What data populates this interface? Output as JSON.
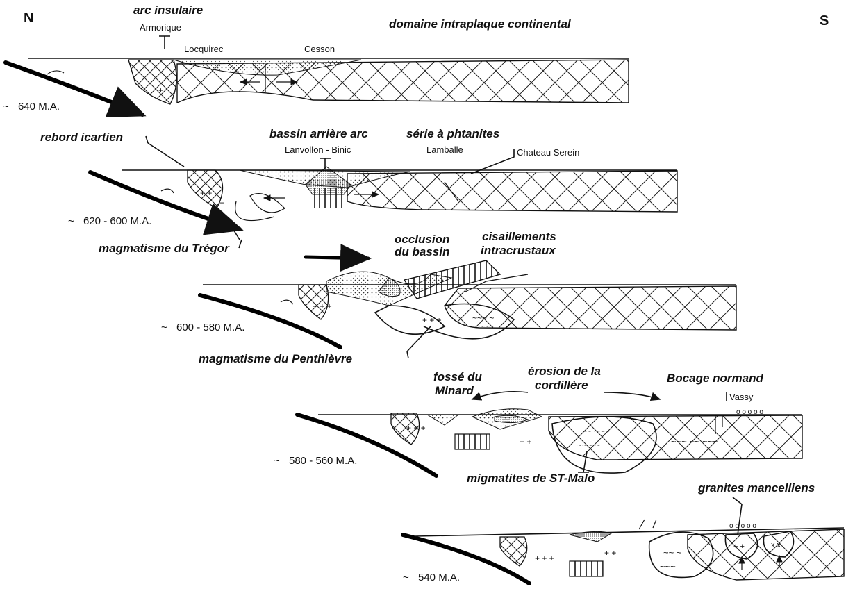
{
  "poles": {
    "north": "N",
    "south": "S"
  },
  "panel1": {
    "age": "640 M.A.",
    "arc_insulaire": "arc insulaire",
    "armorique": "Armorique",
    "locquirec": "Locquirec",
    "cesson": "Cesson",
    "domaine": "domaine intraplaque continental"
  },
  "panel2": {
    "age": "620 - 600 M.A.",
    "rebord": "rebord icartien",
    "bassin": "bassin arrière arc",
    "lanvollon": "Lanvollon - Binic",
    "serie": "série à phtanites",
    "lamballe": "Lamballe",
    "chateau": "Chateau Serein",
    "magmatisme_tregor": "magmatisme du Trégor"
  },
  "panel3": {
    "age": "600 - 580 M.A.",
    "occlusion1": "occlusion",
    "occlusion2": "du bassin",
    "cisaillements1": "cisaillements",
    "cisaillements2": "intracrustaux",
    "magmatisme_penthievre": "magmatisme du Penthièvre"
  },
  "panel4": {
    "age": "580 - 560 M.A.",
    "fosse1": "fossé du",
    "fosse2": "Minard",
    "erosion1": "érosion de la",
    "erosion2": "cordillère",
    "bocage": "Bocage normand",
    "vassy": "Vassy",
    "migmatites": "migmatites de ST-Malo"
  },
  "panel5": {
    "age": "540 M.A.",
    "granites": "granites mancelliens"
  },
  "tilde": "~"
}
